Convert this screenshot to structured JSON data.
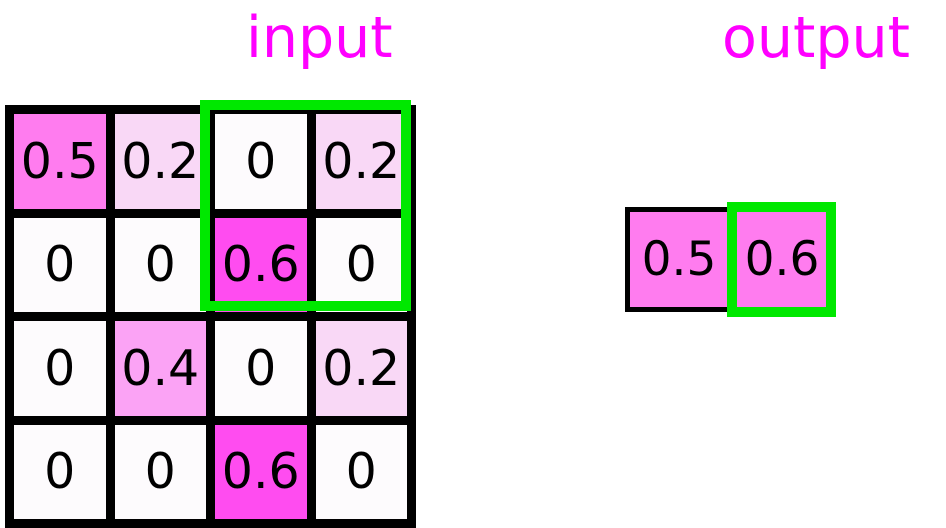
{
  "titles": {
    "input": "input",
    "output": "output"
  },
  "colors": {
    "label": "#ff00ff",
    "highlight": "#00e800",
    "border": "#000000",
    "background": "#ffffff",
    "value_0": "#fdfbfd",
    "value_0_2": "#f9d8f6",
    "value_0_4": "#fba3f5",
    "value_0_5": "#ff7cef",
    "value_0_6": "#ff4cf0"
  },
  "chart_data": {
    "type": "heatmap",
    "title": "input",
    "grid_shape": [
      4,
      4
    ],
    "values": [
      [
        0.5,
        0.2,
        0,
        0.2
      ],
      [
        0,
        0,
        0.6,
        0
      ],
      [
        0,
        0.4,
        0,
        0.2
      ],
      [
        0,
        0,
        0.6,
        0
      ]
    ],
    "value_range": [
      0,
      0.6
    ],
    "highlight_region": {
      "rows": [
        0,
        1
      ],
      "cols": [
        2,
        3
      ],
      "color": "#00e800"
    }
  },
  "input_grid": {
    "label": "input",
    "cells": [
      {
        "value": "0.5",
        "shade": "value_0_5"
      },
      {
        "value": "0.2",
        "shade": "value_0_2"
      },
      {
        "value": "0",
        "shade": "value_0"
      },
      {
        "value": "0.2",
        "shade": "value_0_2"
      },
      {
        "value": "0",
        "shade": "value_0"
      },
      {
        "value": "0",
        "shade": "value_0"
      },
      {
        "value": "0.6",
        "shade": "value_0_6"
      },
      {
        "value": "0",
        "shade": "value_0"
      },
      {
        "value": "0",
        "shade": "value_0"
      },
      {
        "value": "0.4",
        "shade": "value_0_4"
      },
      {
        "value": "0",
        "shade": "value_0"
      },
      {
        "value": "0.2",
        "shade": "value_0_2"
      },
      {
        "value": "0",
        "shade": "value_0"
      },
      {
        "value": "0",
        "shade": "value_0"
      },
      {
        "value": "0.6",
        "shade": "value_0_6"
      },
      {
        "value": "0",
        "shade": "value_0"
      }
    ]
  },
  "output_grid": {
    "label": "output",
    "cells": [
      {
        "value": "0.5",
        "shade": "value_0_5"
      },
      {
        "value": "0.6",
        "shade": "value_0_5"
      }
    ]
  }
}
